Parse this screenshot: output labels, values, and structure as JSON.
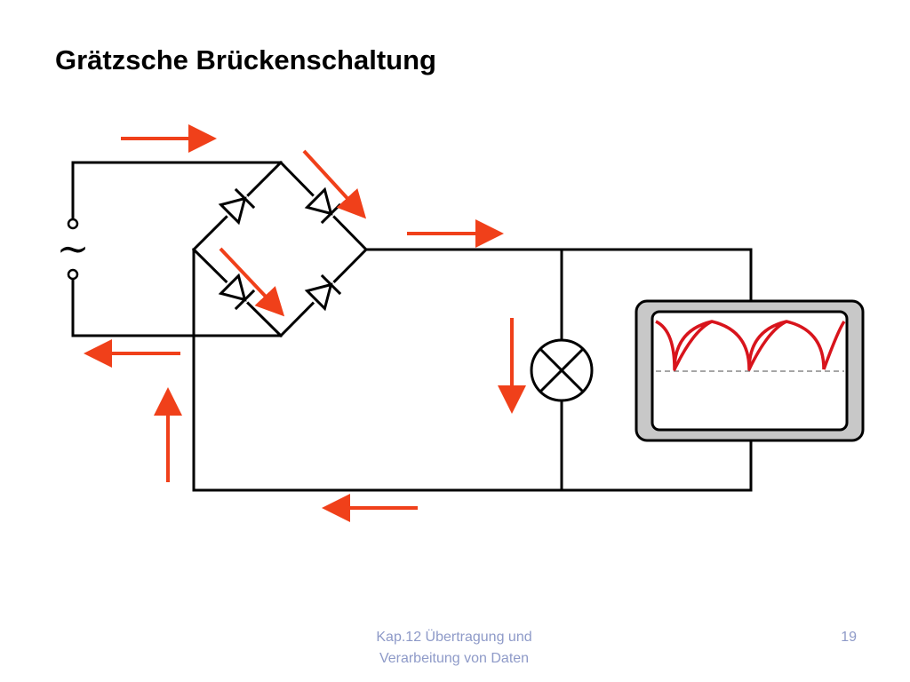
{
  "slide": {
    "title": "Grätzsche Brückenschaltung"
  },
  "diagram": {
    "source_symbol": "~",
    "colors": {
      "wire": "#000000",
      "current_arrow": "#f0401a",
      "oscilloscope_frame": "#c8c8c8",
      "oscilloscope_screen": "#ffffff",
      "oscilloscope_wave": "#d8141c",
      "oscilloscope_baseline": "#888888"
    },
    "icons": [
      "ac-source-icon",
      "diode-icon",
      "lamp-icon",
      "oscilloscope-icon",
      "arrow-icon"
    ]
  },
  "footer": {
    "line1": "Kap.12 Übertragung und",
    "line2": "Verarbeitung von Daten",
    "page_number": "19"
  }
}
